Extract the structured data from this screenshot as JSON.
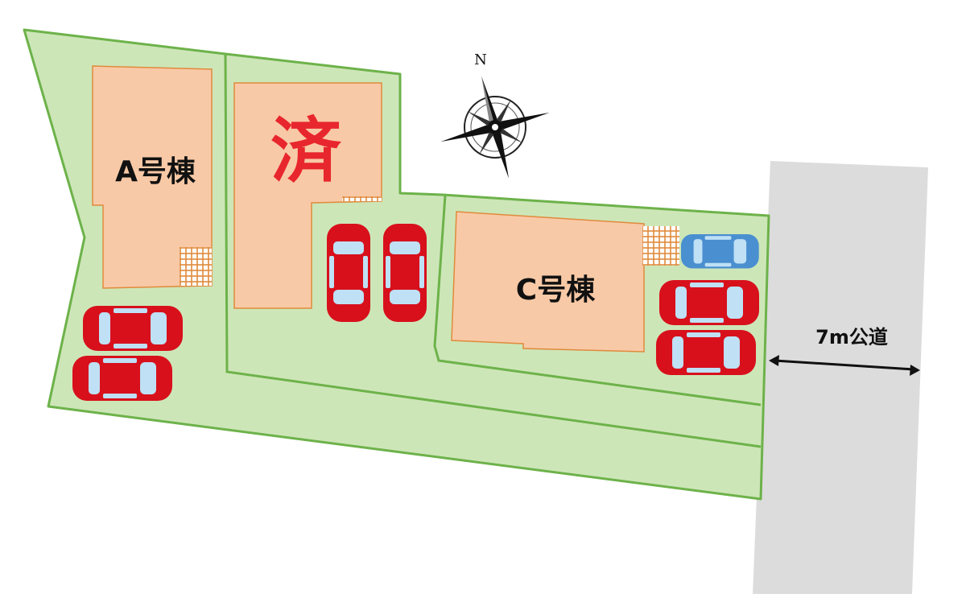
{
  "compass": {
    "north_label": "N"
  },
  "lots": {
    "a": {
      "label": "A号棟"
    },
    "b": {
      "label": "済"
    },
    "c": {
      "label": "C号棟"
    }
  },
  "road": {
    "label": "7m公道"
  },
  "colors": {
    "lot_fill": "#cde6b8",
    "lot_border": "#6db24a",
    "building_fill": "#f8c9a6",
    "building_border": "#e08a3c",
    "sold_text": "#e8262d",
    "road_fill": "#dcdcdc",
    "car_red": "#d8101c",
    "car_blue": "#4a8fd0"
  }
}
